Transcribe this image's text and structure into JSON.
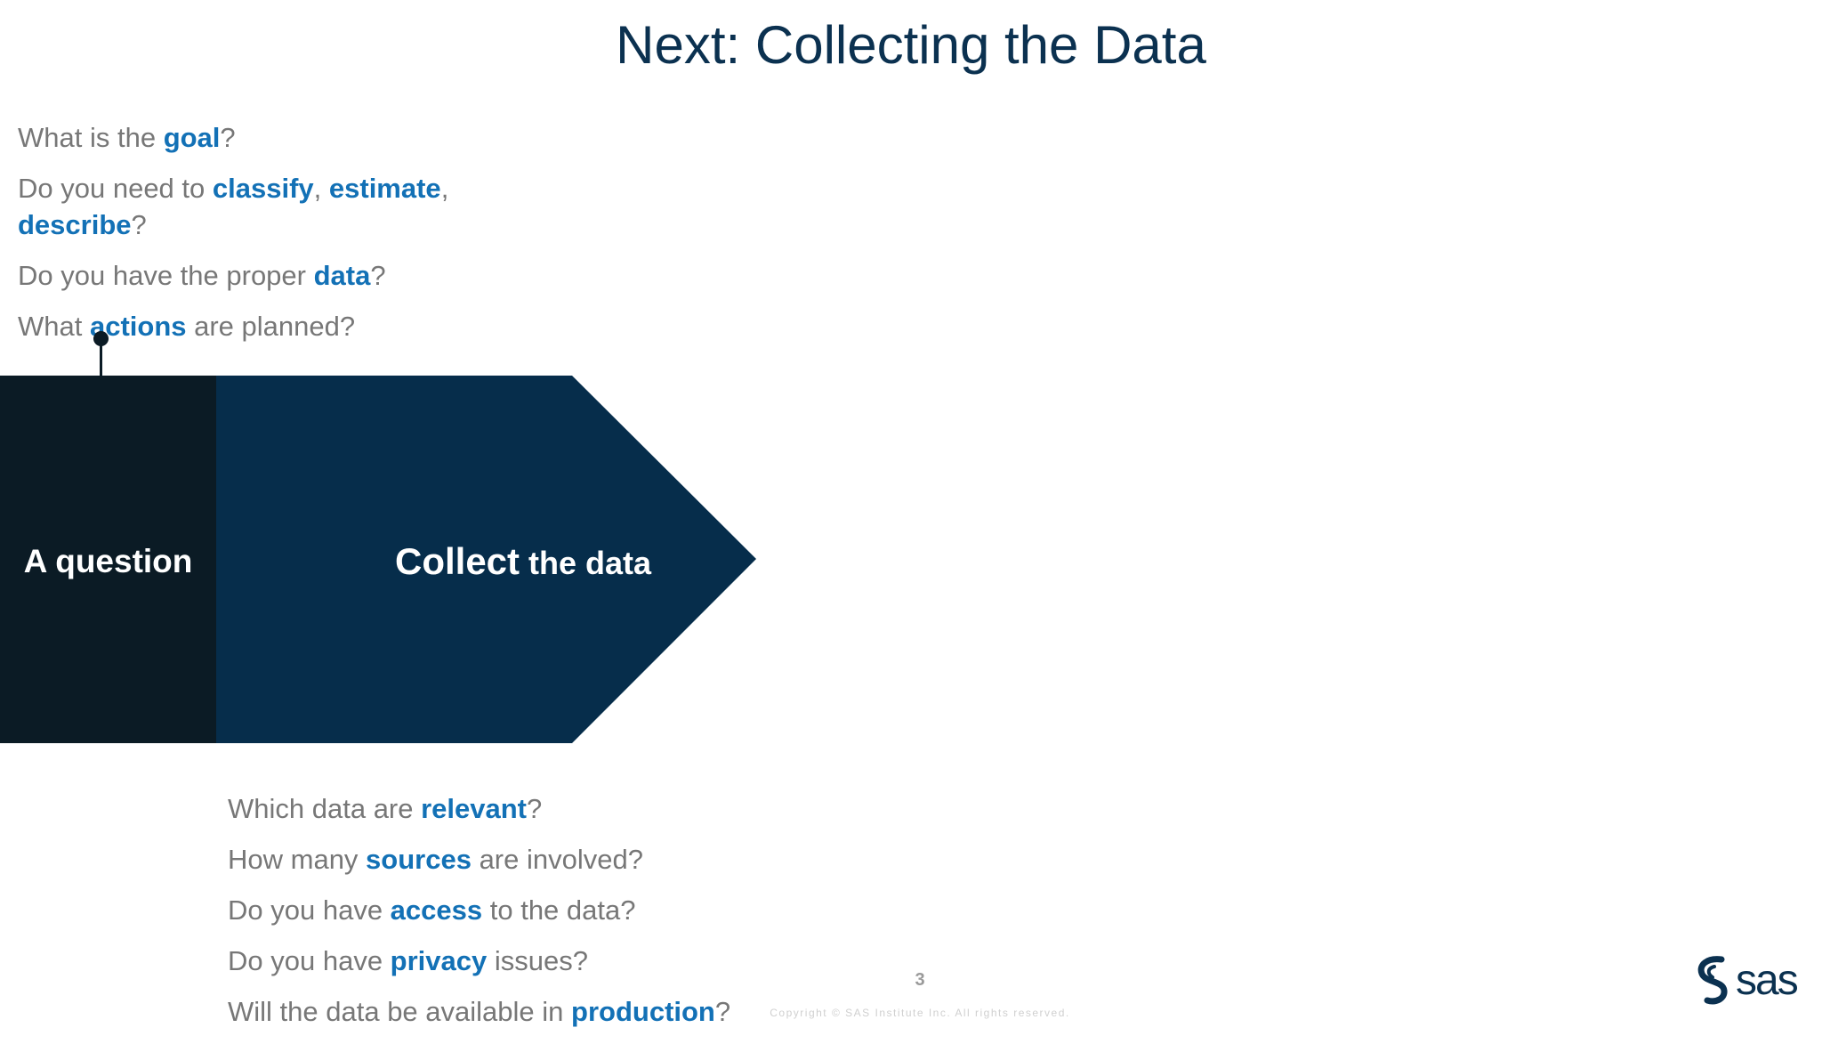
{
  "slide": {
    "title": "Next: Collecting the Data",
    "page_number": "3",
    "copyright": "Copyright © SAS Institute Inc. All rights reserved.",
    "logo_text": "sas"
  },
  "colors": {
    "title": "#0b3150",
    "body_text": "#777777",
    "keyword": "#1371b6",
    "question_box": "#0b1b25",
    "collect_box": "#062d4b"
  },
  "steps": {
    "question": {
      "label": "A question"
    },
    "collect": {
      "label_main": "Collect",
      "label_rest": " the data"
    }
  },
  "top_questions": [
    {
      "a": "What is the ",
      "kw": "goal",
      "b": "?"
    },
    {
      "a": "Do you need to ",
      "kw1": "classify",
      "sep": ", ",
      "kw2": "estimate",
      "b": ",",
      "kw3": "describe",
      "c": "?"
    },
    {
      "a": "Do you have the proper ",
      "kw": "data",
      "b": "?"
    },
    {
      "a": "What ",
      "kw": "actions",
      "b": " are planned?"
    }
  ],
  "bottom_questions": [
    {
      "a": "Which data are ",
      "kw": "relevant",
      "b": "?"
    },
    {
      "a": "How many ",
      "kw": "sources",
      "b": " are involved?"
    },
    {
      "a": "Do you have ",
      "kw": "access",
      "b": " to the data?"
    },
    {
      "a": "Do you have ",
      "kw": "privacy",
      "b": " issues?"
    },
    {
      "a": "Will the data be available in ",
      "kw": "production",
      "b": "?"
    }
  ]
}
